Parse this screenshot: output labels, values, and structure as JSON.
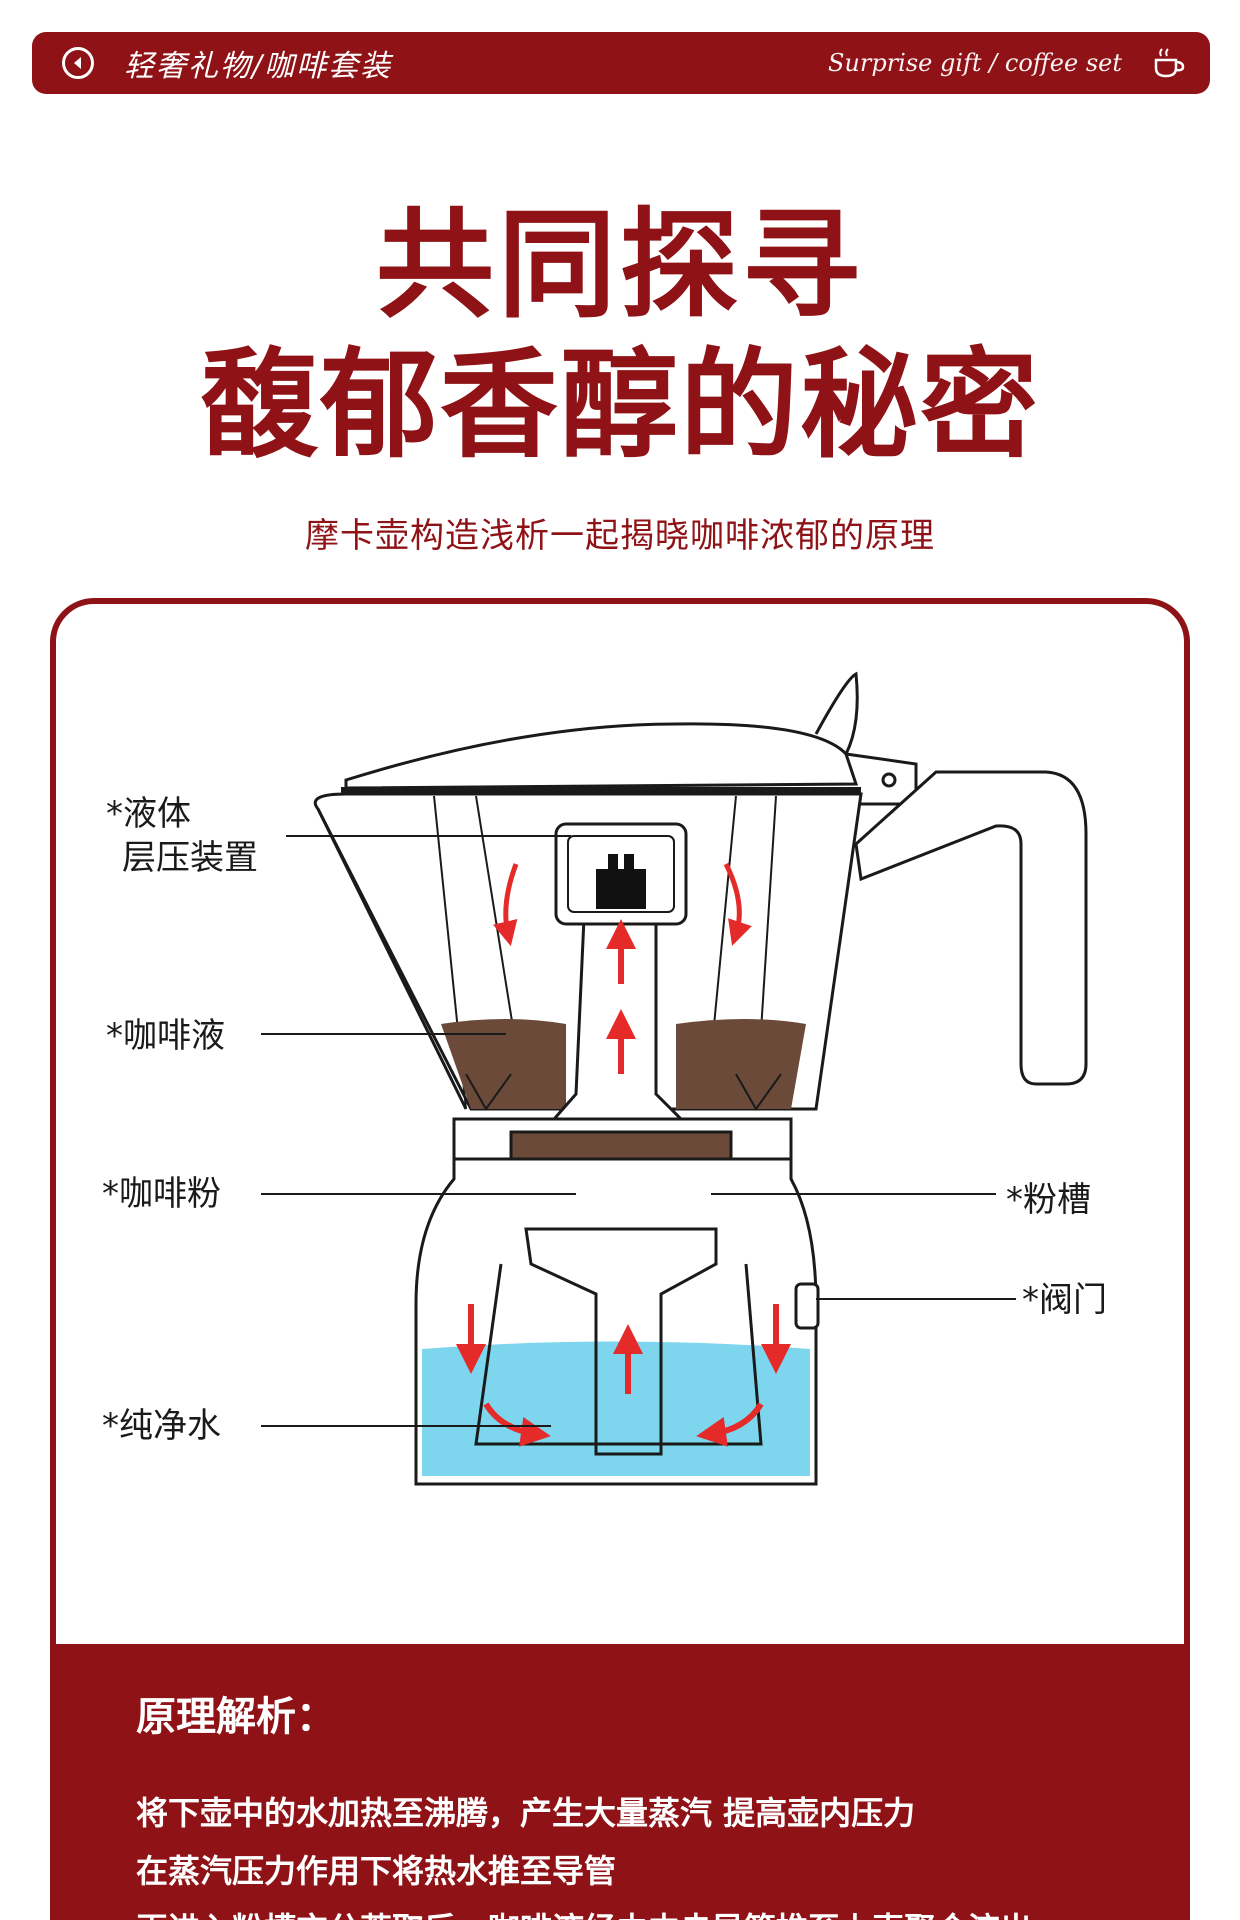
{
  "top_bar": {
    "title": "轻奢礼物/咖啡套装",
    "subtitle": "Surprise gift / coffee set"
  },
  "headline": {
    "line1": "共同探寻",
    "line2": "馥郁香醇的秘密"
  },
  "subtitle": "摩卡壶构造浅析一起揭晓咖啡浓郁的原理",
  "diagram": {
    "labels": {
      "liquid_pressure_1": "*液体",
      "liquid_pressure_2": "层压装置",
      "coffee_liquid": "*咖啡液",
      "coffee_powder": "*咖啡粉",
      "powder_slot": "*粉槽",
      "valve": "*阀门",
      "pure_water": "*纯净水"
    },
    "colors": {
      "brand": "#8e1216",
      "coffee": "#6b4a3a",
      "water": "#7dd6ee",
      "arrow": "#e52a2a"
    }
  },
  "panel": {
    "title": "原理解析：",
    "lines": [
      "将下壶中的水加热至沸腾，产生大量蒸汽 提高壶内压力",
      "在蒸汽压力作用下将热水推至导管",
      "再进入粉槽充分萃取后，咖啡液经由中央导管推至上壶聚合流出"
    ]
  },
  "icons": {
    "back": "chevron-left-circle-icon",
    "cup": "coffee-cup-icon"
  }
}
